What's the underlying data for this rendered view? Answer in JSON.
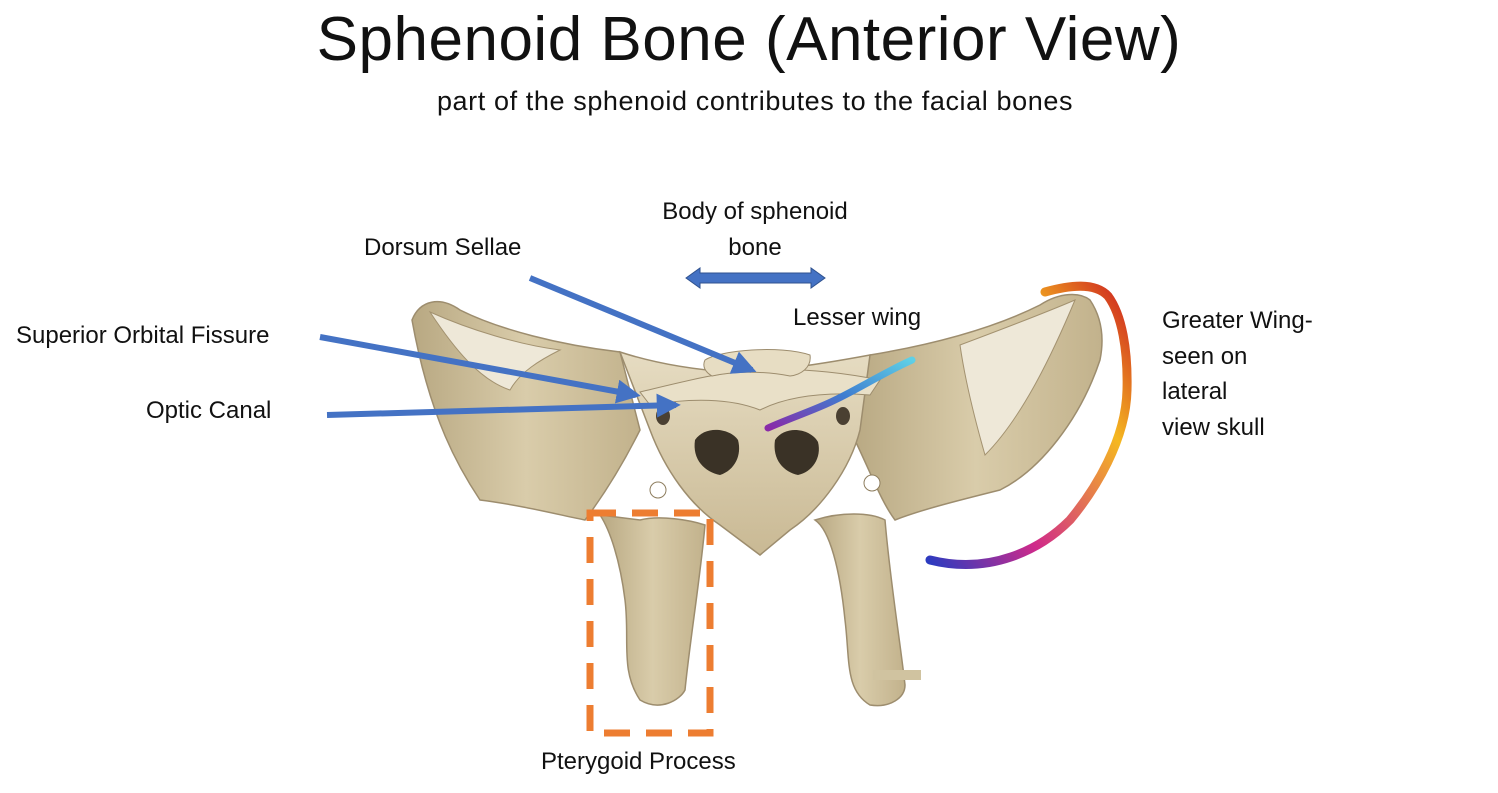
{
  "header": {
    "title": "Sphenoid Bone (Anterior View)",
    "subtitle": "part of the sphenoid contributes to the facial bones"
  },
  "labels": {
    "superior_orbital_fissure": "Superior Orbital Fissure",
    "optic_canal": "Optic Canal",
    "dorsum_sellae": "Dorsum Sellae",
    "body_of_sphenoid": "Body of sphenoid bone",
    "lesser_wing": "Lesser wing",
    "greater_wing_lines": [
      "Greater Wing-",
      "seen on",
      "lateral",
      "view skull"
    ],
    "pterygoid_process": "Pterygoid Process"
  },
  "colors": {
    "arrow": "#4472c4",
    "highlight_box": "#ed7d31",
    "bone": "#d6c9a8",
    "bone_shadow": "#a8987a",
    "lesser_wing_trace": "#5bc0de",
    "greater_wing_trace_start": "#cc2222",
    "greater_wing_trace_end": "#2b2bbd"
  }
}
